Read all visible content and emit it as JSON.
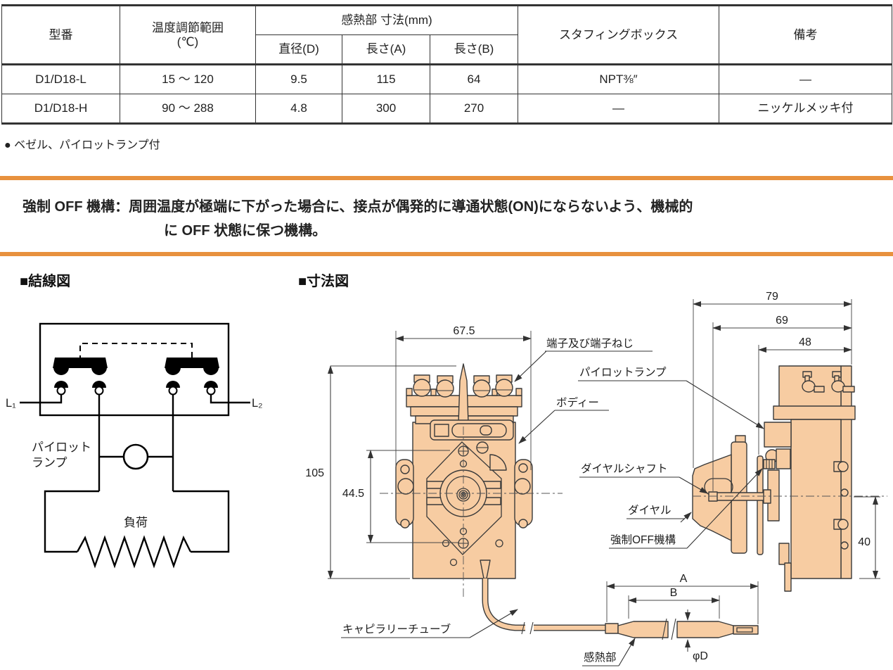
{
  "table": {
    "headers": {
      "model": "型番",
      "temp_range_line1": "温度調節範囲",
      "temp_range_line2": "(℃)",
      "sensor_dims": "感熱部 寸法(mm)",
      "diameter": "直径(D)",
      "length_a": "長さ(A)",
      "length_b": "長さ(B)",
      "stuffing_box": "スタフィングボックス",
      "remarks": "備考"
    },
    "rows": [
      {
        "model": "D1/D18-L",
        "temp_range": "15 ～ 120",
        "diameter": "9.5",
        "length_a": "115",
        "length_b": "64",
        "stuffing_box": "NPT⅜″",
        "remarks": "—"
      },
      {
        "model": "D1/D18-H",
        "temp_range": "90 ～ 288",
        "diameter": "4.8",
        "length_a": "300",
        "length_b": "270",
        "stuffing_box": "—",
        "remarks": "ニッケルメッキ付"
      }
    ]
  },
  "note": "● ベゼル、パイロットランプ付",
  "callout": {
    "line1": "強制 OFF 機構：周囲温度が極端に下がった場合に、接点が偶発的に導通状態(ON)にならないよう、機械的",
    "line2": "に OFF 状態に保つ機構。"
  },
  "wiring": {
    "heading": "■結線図",
    "l1": "L₁",
    "l2": "L₂",
    "pilot1": "パイロット",
    "pilot2": "ランプ",
    "load": "負荷"
  },
  "dims": {
    "heading": "■寸法図",
    "front_width": "67.5",
    "front_height": "105",
    "front_inner": "44.5",
    "side_total": "79",
    "side_mid": "69",
    "side_front": "48",
    "side_height": "40",
    "dim_a": "A",
    "dim_b": "B",
    "dim_phi": "φD",
    "label_terminal": "端子及び端子ねじ",
    "label_pilot": "パイロットランプ",
    "label_body": "ボディー",
    "label_dial_shaft": "ダイヤルシャフト",
    "label_dial": "ダイヤル",
    "label_forced_off": "強制OFF機構",
    "label_capillary": "キャピラリーチューブ",
    "label_sensor": "感熱部"
  },
  "colors": {
    "accent_bar": "#E8913E",
    "drawing_fill": "#F7CCA2",
    "line": "#333333"
  }
}
